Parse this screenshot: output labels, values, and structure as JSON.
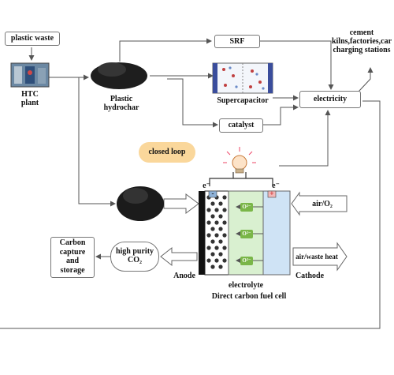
{
  "nodes": {
    "plastic_waste": "plastic waste",
    "htc_plant": [
      "HTC",
      "plant"
    ],
    "plastic_hydrochar": [
      "Plastic",
      "hydrochar"
    ],
    "srf": "SRF",
    "supercapacitor": "Supercapacitor",
    "catalyst": "catalyst",
    "electricity": "electricity",
    "destinations": [
      "cement",
      "kilns,factories,car",
      "charging stations"
    ],
    "closed_loop": "closed loop",
    "air_o2": "air/O₂",
    "air_waste_heat": "air/waste heat",
    "high_purity_co2": [
      "high purity",
      "CO₂"
    ],
    "ccs": [
      "Carbon",
      "capture",
      "and",
      "storage"
    ],
    "anode": "Anode",
    "cathode": "Cathode",
    "electrolyte": "electrolyte",
    "fuel_cell": "Direct carbon fuel cell",
    "ion": "O²⁻",
    "electron": "e⁻",
    "minus": "-",
    "plus": "+"
  },
  "colors": {
    "line": "#555555",
    "electrolyte": "#d9f0d0",
    "cathode": "#cfe3f5",
    "closed_loop": "#fad79b",
    "ion_badge": "#7ab648"
  }
}
